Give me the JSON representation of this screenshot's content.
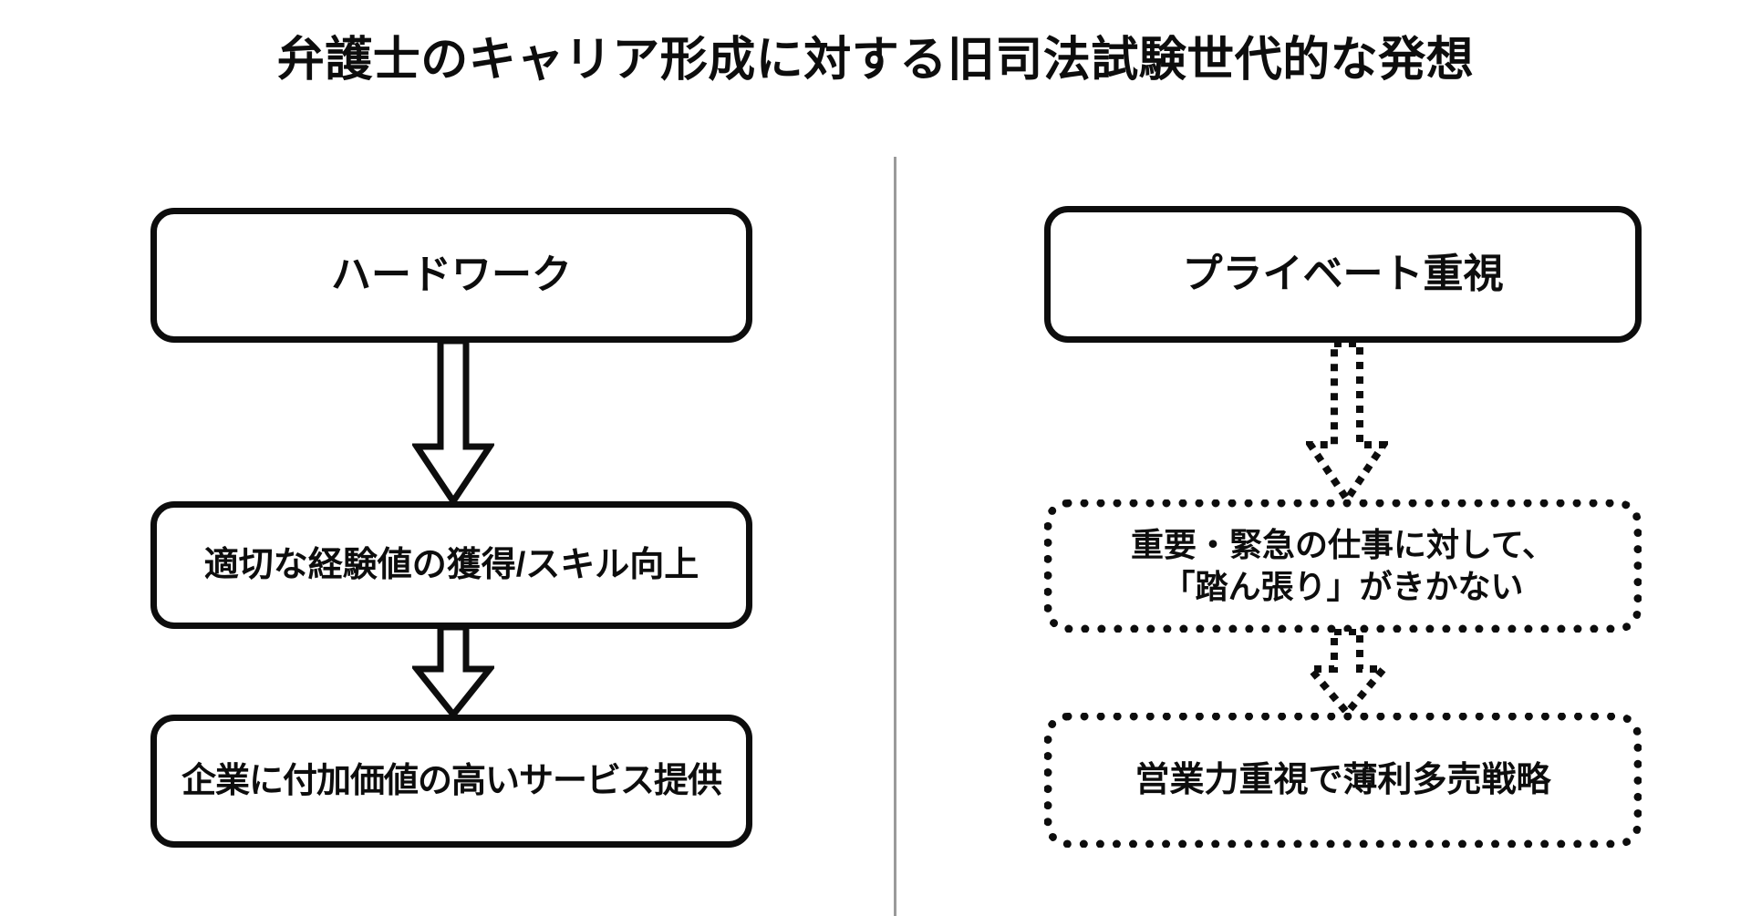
{
  "diagram": {
    "title": "弁護士のキャリア形成に対する旧司法試験世代的な発想",
    "background_color": "#ffffff",
    "ink_color": "#0d0d0d",
    "divider_color": "#9a9a9a",
    "columns": [
      {
        "id": "old-generation",
        "style": "solid",
        "nodes": [
          {
            "id": "hardwork",
            "label": "ハードワーク"
          },
          {
            "id": "experience",
            "label": "適切な経験値の獲得/スキル向上"
          },
          {
            "id": "service",
            "label": "企業に付加価値の高いサービス提供"
          }
        ],
        "arrows": [
          {
            "id": "hardwork-to-experience",
            "style": "solid",
            "direction": "down"
          },
          {
            "id": "experience-to-service",
            "style": "solid",
            "direction": "down"
          }
        ]
      },
      {
        "id": "new-generation",
        "style": "dotted",
        "nodes": [
          {
            "id": "private",
            "label": "プライベート重視"
          },
          {
            "id": "endurance",
            "label_line1": "重要・緊急の仕事に対して、",
            "label_line2": "「踏ん張り」がきかない"
          },
          {
            "id": "sales",
            "label": "営業力重視で薄利多売戦略"
          }
        ],
        "arrows": [
          {
            "id": "private-to-endurance",
            "style": "dotted",
            "direction": "down"
          },
          {
            "id": "endurance-to-sales",
            "style": "dotted",
            "direction": "down"
          }
        ]
      }
    ]
  }
}
